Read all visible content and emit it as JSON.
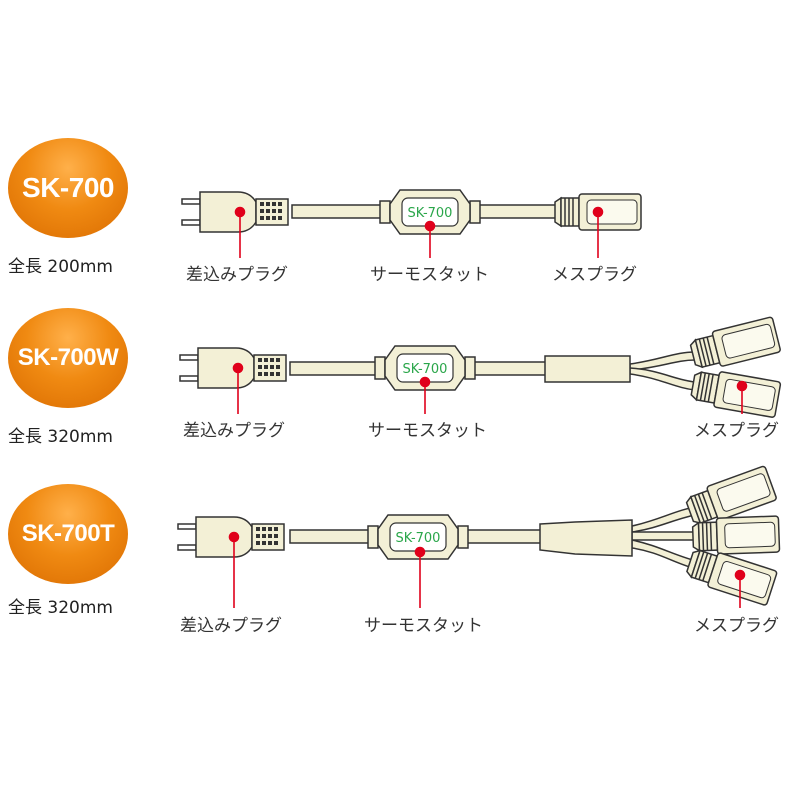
{
  "colors": {
    "badge": "#f08a12",
    "cord_fill": "#f3f0d6",
    "cord_stroke": "#333333",
    "thermostat_text": "#2aa64a",
    "marker": "#e0001b"
  },
  "products": [
    {
      "model": "SK-700",
      "length": "全長 200mm",
      "thermostat_text": "SK-700",
      "labels": {
        "plug": "差込みプラグ",
        "thermostat": "サーモスタット",
        "socket": "メスプラグ"
      }
    },
    {
      "model": "SK-700W",
      "length": "全長 320mm",
      "thermostat_text": "SK-700",
      "labels": {
        "plug": "差込みプラグ",
        "thermostat": "サーモスタット",
        "socket": "メスプラグ"
      }
    },
    {
      "model": "SK-700T",
      "length": "全長 320mm",
      "thermostat_text": "SK-700",
      "labels": {
        "plug": "差込みプラグ",
        "thermostat": "サーモスタット",
        "socket": "メスプラグ"
      }
    }
  ]
}
